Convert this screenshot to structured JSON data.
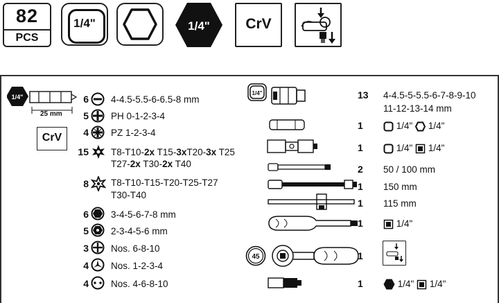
{
  "badges": {
    "count": "82",
    "count_unit": "PCS",
    "drive": "1/4\"",
    "drive_hex": "1/4\"",
    "material": "CrV"
  },
  "bits": {
    "drive_label": "1/4\"",
    "length_label": "25 mm",
    "material": "CrV",
    "rows": [
      {
        "qty": "6",
        "type": "slotted-icon",
        "text": "4-4.5-5.5-6-6.5-8 mm"
      },
      {
        "qty": "5",
        "type": "phillips-icon",
        "text": "PH 0-1-2-3-4"
      },
      {
        "qty": "4",
        "type": "pozidriv-icon",
        "text": "PZ 1-2-3-4"
      },
      {
        "qty": "15",
        "type": "torx-icon",
        "line1_parts": [
          "T8-T10-",
          "2x",
          " T15-",
          "3x",
          "T20-",
          "3x",
          " T25"
        ],
        "line2_parts": [
          "T27-",
          "2x",
          " T30-",
          "2x",
          " T40"
        ]
      },
      {
        "qty": "8",
        "type": "torx-tamper-icon",
        "line1": "T8-T10-T15-T20-T25-T27",
        "line2": "T30-T40"
      },
      {
        "qty": "6",
        "type": "hex-icon",
        "text": "3-4-5-6-7-8 mm"
      },
      {
        "qty": "5",
        "type": "hex-tamper-icon",
        "text": "2-3-4-5-6 mm"
      },
      {
        "qty": "3",
        "type": "tri-wing-icon",
        "text": "Nos. 6-8-10"
      },
      {
        "qty": "4",
        "type": "torq-set-icon",
        "text": "Nos. 1-2-3-4"
      },
      {
        "qty": "4",
        "type": "spanner-icon",
        "text": "Nos. 4-6-8-10"
      }
    ]
  },
  "sockets": {
    "drive_label": "1/4\"",
    "ratchet_teeth": "45",
    "rows": [
      {
        "qty": "13",
        "line1": "4-4.5-5-5.5-6-7-8-9-10",
        "line2": "11-12-13-14 mm"
      },
      {
        "qty": "1",
        "parts": [
          "1/4\"",
          "1/4\""
        ]
      },
      {
        "qty": "1",
        "parts": [
          "1/4\"",
          "1/4\""
        ]
      },
      {
        "qty": "2",
        "text": "50 / 100 mm"
      },
      {
        "qty": "1",
        "text": "150 mm"
      },
      {
        "qty": "1",
        "text": "115 mm"
      },
      {
        "qty": "1",
        "parts": [
          "1/4\""
        ]
      },
      {
        "qty": "1"
      },
      {
        "qty": "1",
        "parts": [
          "1/4\"",
          "1/4\""
        ]
      }
    ]
  }
}
